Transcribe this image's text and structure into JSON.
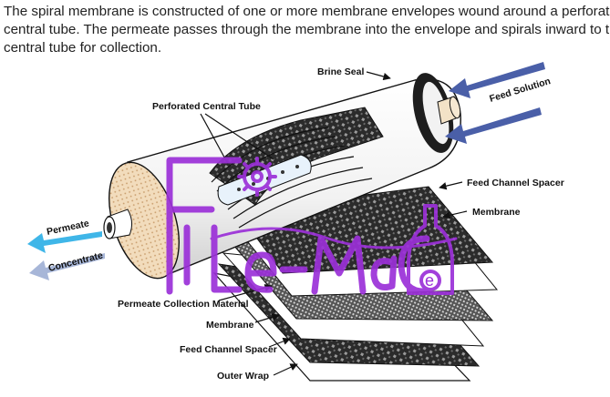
{
  "caption": {
    "line1": "The spiral membrane is constructed of one or more membrane envelopes wound around a perforated",
    "line2": "central tube.  The permeate passes through the membrane into the envelope and spirals inward to the",
    "line3": "central tube for collection."
  },
  "labels": {
    "brine_seal": "Brine Seal",
    "feed_solution": "Feed Solution",
    "perforated_central_tube": "Perforated Central Tube",
    "feed_channel_spacer_top": "Feed Channel Spacer",
    "membrane_top": "Membrane",
    "permeate": "Permeate",
    "concentrate": "Concentrate",
    "permeate_collection_material": "Permeate Collection Material",
    "membrane_bottom": "Membrane",
    "feed_channel_spacer_bottom": "Feed Channel Spacer",
    "outer_wrap": "Outer Wrap"
  },
  "watermark": {
    "text": "FiLe-MaC e",
    "color": "#9b30d8"
  },
  "colors": {
    "arrow_flow": "#4a5fa8",
    "permeate_arrow": "#3fb6e8",
    "concentrate_arrow": "#a7b6d8",
    "cylinder_end": "#f0dcc0",
    "brine_seal": "#1e1e1e"
  }
}
